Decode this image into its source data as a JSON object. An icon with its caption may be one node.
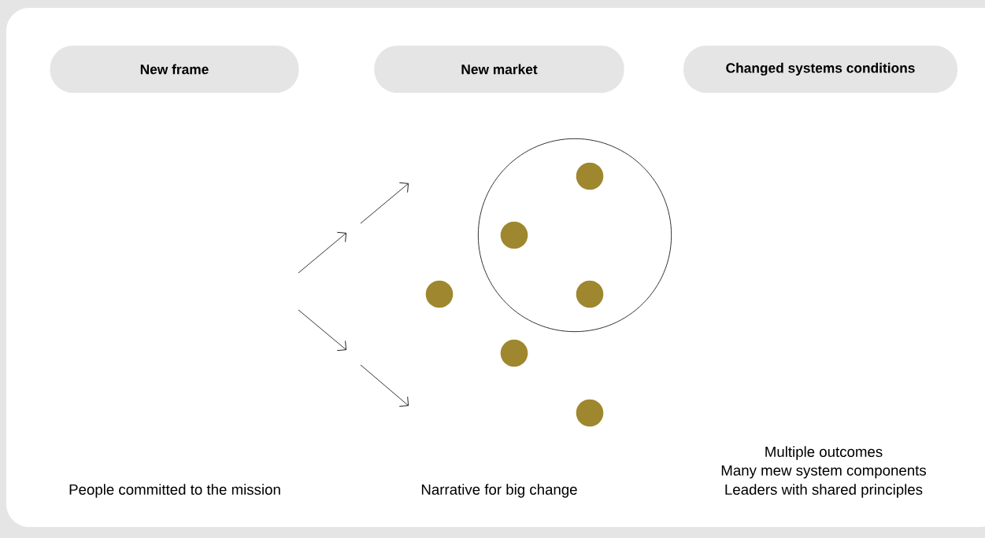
{
  "diagram": {
    "nodes": [
      {
        "text": [
          "New frame"
        ]
      },
      {
        "text": [
          "New market"
        ]
      },
      {
        "text": [
          "Changed systems conditions"
        ]
      }
    ],
    "labels": [
      "Multiple outcomes",
      "People committed to the mission",
      "Narrative for big change",
      "Many mew system components",
      "Leaders with shared principles"
    ]
  }
}
